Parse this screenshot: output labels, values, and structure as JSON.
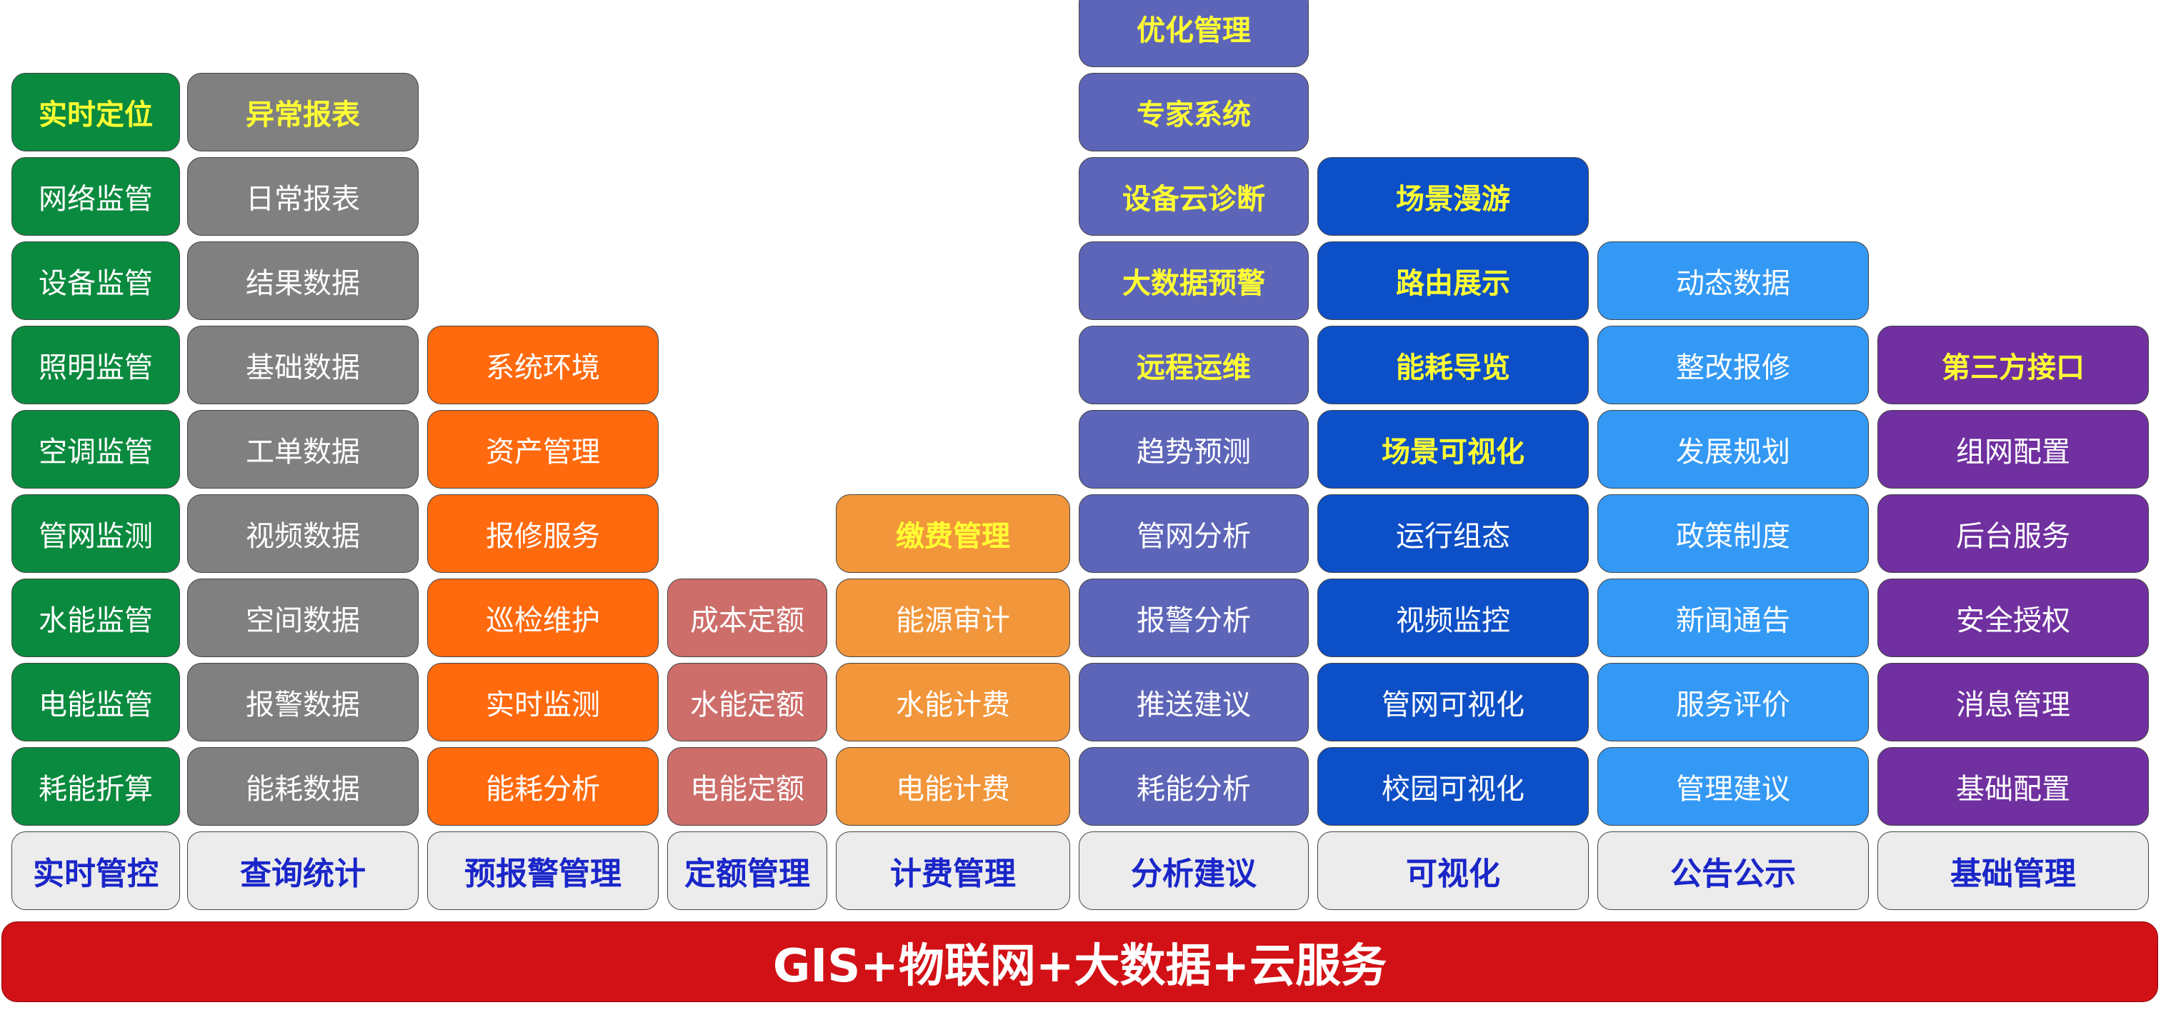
{
  "header_color": "#ececec",
  "columns": [
    {
      "id": "realtime",
      "color": "#0a8a3e",
      "header": "实时管控",
      "items": [
        "耗能折算",
        "电能监管",
        "水能监管",
        "管网监测",
        "空调监管",
        "照明监管",
        "设备监管",
        "网络监管",
        "实时定位"
      ],
      "highlighted": [
        "实时定位"
      ]
    },
    {
      "id": "query",
      "color": "#808080",
      "header": "查询统计",
      "items": [
        "能耗数据",
        "报警数据",
        "空间数据",
        "视频数据",
        "工单数据",
        "基础数据",
        "结果数据",
        "日常报表",
        "异常报表"
      ],
      "highlighted": [
        "异常报表"
      ]
    },
    {
      "id": "alarm",
      "color": "#ff6a0e",
      "header": "预报警管理",
      "items": [
        "能耗分析",
        "实时监测",
        "巡检维护",
        "报修服务",
        "资产管理",
        "系统环境"
      ],
      "highlighted": []
    },
    {
      "id": "quota",
      "color": "#cd6e6a",
      "header": "定额管理",
      "items": [
        "电能定额",
        "水能定额",
        "成本定额"
      ],
      "highlighted": []
    },
    {
      "id": "billing",
      "color": "#f2963b",
      "header": "计费管理",
      "items": [
        "电能计费",
        "水能计费",
        "能源审计",
        "缴费管理"
      ],
      "highlighted": [
        "缴费管理"
      ]
    },
    {
      "id": "analysis",
      "color": "#5d65b8",
      "header": "分析建议",
      "items": [
        "耗能分析",
        "推送建议",
        "报警分析",
        "管网分析",
        "趋势预测",
        "远程运维",
        "大数据预警",
        "设备云诊断",
        "专家系统",
        "优化管理"
      ],
      "highlighted": [
        "远程运维",
        "大数据预警",
        "设备云诊断",
        "专家系统",
        "优化管理"
      ]
    },
    {
      "id": "visual",
      "color": "#0d4fc6",
      "header": "可视化",
      "items": [
        "校园可视化",
        "管网可视化",
        "视频监控",
        "运行组态",
        "场景可视化",
        "能耗导览",
        "路由展示",
        "场景漫游"
      ],
      "highlighted": [
        "场景可视化",
        "能耗导览",
        "路由展示",
        "场景漫游"
      ]
    },
    {
      "id": "notice",
      "color": "#3399f5",
      "header": "公告公示",
      "items": [
        "管理建议",
        "服务评价",
        "新闻通告",
        "政策制度",
        "发展规划",
        "整改报修",
        "动态数据"
      ],
      "highlighted": []
    },
    {
      "id": "basic",
      "color": "#7030a0",
      "header": "基础管理",
      "items": [
        "基础配置",
        "消息管理",
        "安全授权",
        "后台服务",
        "组网配置",
        "第三方接口"
      ],
      "highlighted": [
        "第三方接口"
      ]
    }
  ],
  "base": {
    "label": "GIS+物联网+大数据+云服务",
    "color": "#d21116"
  }
}
